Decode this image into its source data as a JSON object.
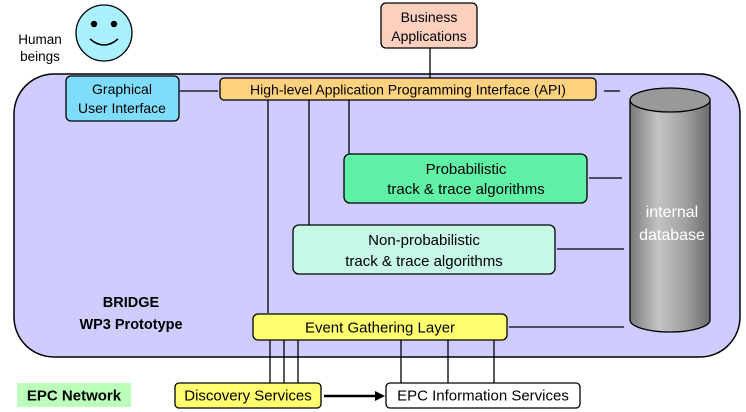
{
  "human": {
    "label_lines": [
      "Human",
      "beings"
    ],
    "icon": "smiley-face-icon"
  },
  "business_apps": {
    "lines": [
      "Business",
      "Applications"
    ]
  },
  "gui": {
    "lines": [
      "Graphical",
      "User Interface"
    ]
  },
  "api": {
    "label": "High-level Application Programming Interface (API)"
  },
  "probabilistic": {
    "lines": [
      "Probabilistic",
      "track & trace algorithms"
    ]
  },
  "non_probabilistic": {
    "lines": [
      "Non-probabilistic",
      "track & trace algorithms"
    ]
  },
  "database": {
    "lines": [
      "internal",
      "database"
    ],
    "icon": "database-cylinder-icon"
  },
  "bridge": {
    "lines": [
      "BRIDGE",
      "WP3 Prototype"
    ]
  },
  "event_layer": {
    "label": "Event Gathering Layer"
  },
  "epc_network": {
    "label": "EPC Network"
  },
  "discovery": {
    "label": "Discovery Services"
  },
  "epcis": {
    "label": "EPC Information Services"
  },
  "colors": {
    "container": "#cfccff",
    "face": "#aaf0ff",
    "business": "#fbd0bf",
    "gui": "#7fdcfb",
    "api": "#fdd27f",
    "probabilistic": "#5ff1a6",
    "non_probabilistic": "#c7f8e6",
    "database": "#a8a8a8",
    "event_layer": "#ffff70",
    "epc_network": "#bbffbb",
    "discovery": "#ffff70",
    "epcis": "#ffffff"
  }
}
